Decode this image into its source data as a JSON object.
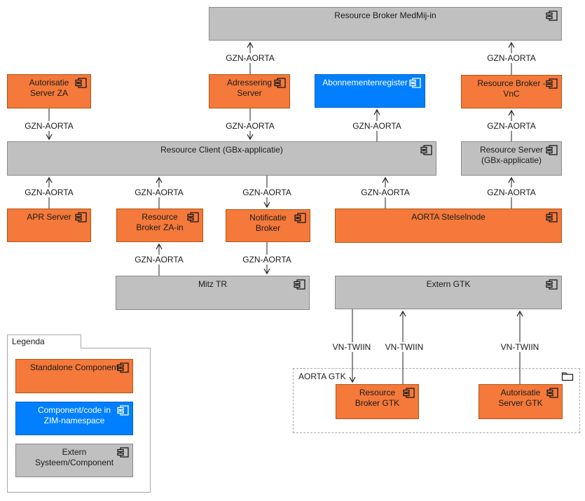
{
  "components": {
    "rb_medmij": "Resource Broker MedMij-in",
    "aut_za": "Autorisatie\nServer ZA",
    "adressering": "Adressering\nServer",
    "abonnementenregister": "Abonnementenregister",
    "rb_vnc": "Resource Broker -\nVnC",
    "resource_client": "Resource Client (GBx-applicatie)",
    "resource_server": "Resource Server\n(GBx-applicatie)",
    "apr_server": "APR Server",
    "rb_za_in": "Resource\nBroker ZA-in",
    "notificatie_broker": "Notificatie\nBroker",
    "aorta_stelselnode": "AORTA Stelselnode",
    "mitz_tr": "Mitz TR",
    "extern_gtk": "Extern GTK",
    "rb_gtk": "Resource\nBroker GTK",
    "aut_gtk": "Autorisatie\nServer GTK"
  },
  "group": {
    "label": "AORTA GTK"
  },
  "connections": [
    {
      "label": "GZN-AORTA",
      "from": "Adressering Server",
      "to": "Resource Broker MedMij-in"
    },
    {
      "label": "GZN-AORTA",
      "from": "Resource Broker - VnC",
      "to": "Resource Broker MedMij-in"
    },
    {
      "label": "GZN-AORTA",
      "from": "Autorisatie Server ZA",
      "to": "Resource Client (GBx-applicatie)"
    },
    {
      "label": "GZN-AORTA",
      "from": "Adressering Server",
      "to": "Resource Client (GBx-applicatie)"
    },
    {
      "label": "GZN-AORTA",
      "from": "Resource Client (GBx-applicatie)",
      "to": "Abonnementenregister"
    },
    {
      "label": "GZN-AORTA",
      "from": "Resource Server (GBx-applicatie)",
      "to": "Resource Broker - VnC"
    },
    {
      "label": "GZN-AORTA",
      "from": "APR Server",
      "to": "Resource Client (GBx-applicatie)"
    },
    {
      "label": "GZN-AORTA",
      "from": "Resource Broker ZA-in",
      "to": "Resource Client (GBx-applicatie)"
    },
    {
      "label": "GZN-AORTA",
      "from": "Resource Client (GBx-applicatie)",
      "to": "Notificatie Broker"
    },
    {
      "label": "GZN-AORTA",
      "from": "AORTA Stelselnode",
      "to": "Resource Client (GBx-applicatie)"
    },
    {
      "label": "GZN-AORTA",
      "from": "AORTA Stelselnode",
      "to": "Resource Server (GBx-applicatie)"
    },
    {
      "label": "GZN-AORTA",
      "from": "Mitz TR",
      "to": "Resource Broker ZA-in"
    },
    {
      "label": "GZN-AORTA",
      "from": "Notificatie Broker",
      "to": "Mitz TR"
    },
    {
      "label": "VN-TWIIN",
      "from": "Extern GTK",
      "to": "Resource Broker GTK"
    },
    {
      "label": "VN-TWIIN",
      "from": "Resource Broker GTK",
      "to": "Extern GTK"
    },
    {
      "label": "VN-TWIIN",
      "from": "Autorisatie Server GTK",
      "to": "Extern GTK"
    }
  ],
  "legend": {
    "title": "Legenda",
    "items": [
      {
        "label": "Standalone Component",
        "style": "orange"
      },
      {
        "label": "Component/code in\nZIM-namespace",
        "style": "blue"
      },
      {
        "label": "Extern\nSysteem/Component",
        "style": "gray"
      }
    ]
  },
  "colors": {
    "standalone_component": "#F4793B",
    "zim_namespace_component": "#0080FF",
    "extern_component": "#C0C0C0"
  }
}
